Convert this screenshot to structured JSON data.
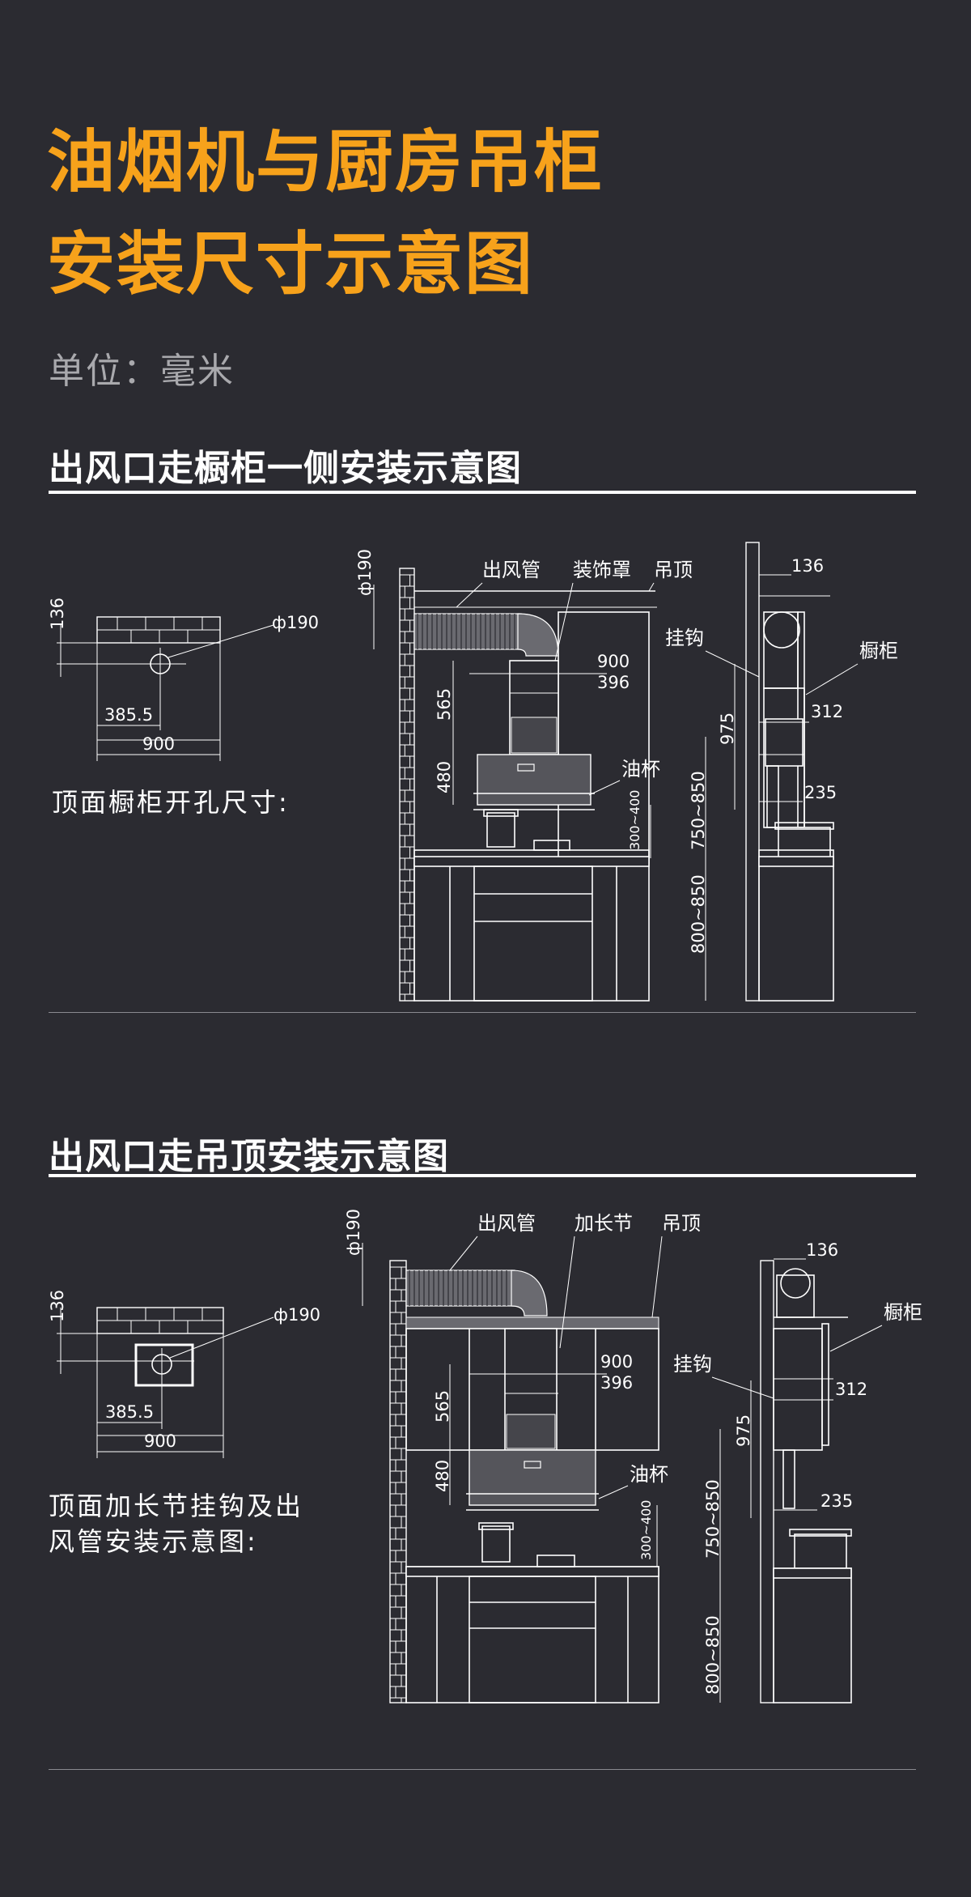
{
  "header": {
    "title_line1": "油烟机与厨房吊柜",
    "title_line2": "安装尺寸示意图",
    "unit": "单位：毫米",
    "accent_color": "#f7a21b",
    "background_color": "#2b2b31"
  },
  "section1": {
    "title": "出风口走橱柜一侧安装示意图",
    "top_view": {
      "dim_136": "136",
      "dim_phi190": "ф190",
      "dim_385": "385.5",
      "dim_900": "900",
      "caption": "顶面橱柜开孔尺寸:"
    },
    "front_view": {
      "label_duct": "出风管",
      "label_cover": "装饰罩",
      "label_ceiling": "吊顶",
      "label_oilcup": "油杯",
      "dim_phi190": "ф190",
      "dim_900": "900",
      "dim_396": "396",
      "dim_565": "565",
      "dim_480": "480",
      "dim_300_400": "300~400",
      "dim_750_850": "750~850",
      "dim_800_850": "800~850"
    },
    "side_view": {
      "label_hook": "挂钩",
      "label_cabinet": "橱柜",
      "dim_136": "136",
      "dim_312": "312",
      "dim_975": "975",
      "dim_235": "235"
    }
  },
  "section2": {
    "title": "出风口走吊顶安装示意图",
    "top_view": {
      "dim_136": "136",
      "dim_phi190": "ф190",
      "dim_385": "385.5",
      "dim_900": "900",
      "caption_line1": "顶面加长节挂钩及出",
      "caption_line2": "风管安装示意图:"
    },
    "front_view": {
      "label_duct": "出风管",
      "label_extension": "加长节",
      "label_ceiling": "吊顶",
      "label_oilcup": "油杯",
      "dim_phi190": "ф190",
      "dim_900": "900",
      "dim_396": "396",
      "dim_565": "565",
      "dim_480": "480",
      "dim_300_400": "300~400",
      "dim_750_850": "750~850",
      "dim_800_850": "800~850"
    },
    "side_view": {
      "label_hook": "挂钩",
      "label_cabinet": "橱柜",
      "dim_136": "136",
      "dim_312": "312",
      "dim_975": "975",
      "dim_235": "235"
    }
  }
}
